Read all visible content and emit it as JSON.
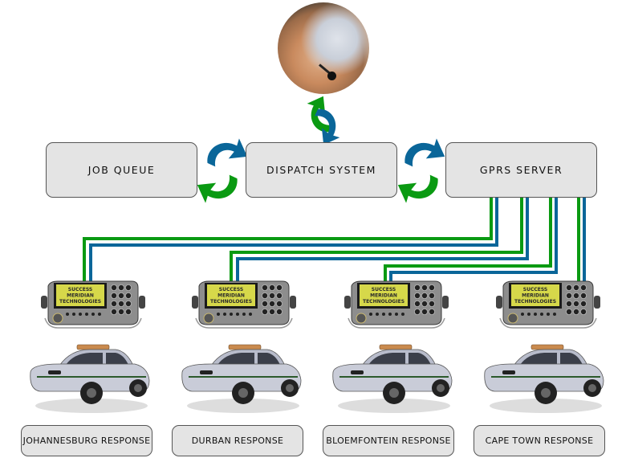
{
  "diagram": {
    "operator": {
      "label": "dispatcher-operator-photo"
    },
    "systems": [
      {
        "id": "job-queue",
        "label": "JOB QUEUE"
      },
      {
        "id": "dispatch-system",
        "label": "DISPATCH SYSTEM"
      },
      {
        "id": "gprs-server",
        "label": "GPRS SERVER"
      }
    ],
    "radio_screen_text": [
      "SUCCESS",
      "MERIDIAN",
      "TECHNOLOGIES"
    ],
    "responses": [
      {
        "id": "johannesburg",
        "label": "JOHANNESBURG RESPONSE"
      },
      {
        "id": "durban",
        "label": "DURBAN RESPONSE"
      },
      {
        "id": "bloemfontein",
        "label": "BLOEMFONTEIN RESPONSE"
      },
      {
        "id": "cape-town",
        "label": "CAPE TOWN RESPONSE"
      }
    ],
    "colors": {
      "green": "#0a9a12",
      "blue": "#0a6699",
      "box_fill": "#e4e4e4",
      "box_border": "#555555"
    },
    "connections": [
      {
        "from": "gprs-server",
        "to": "johannesburg"
      },
      {
        "from": "gprs-server",
        "to": "durban"
      },
      {
        "from": "gprs-server",
        "to": "bloemfontein"
      },
      {
        "from": "gprs-server",
        "to": "cape-town"
      }
    ],
    "exchanges": [
      {
        "between": [
          "operator",
          "dispatch-system"
        ]
      },
      {
        "between": [
          "job-queue",
          "dispatch-system"
        ]
      },
      {
        "between": [
          "dispatch-system",
          "gprs-server"
        ]
      }
    ]
  }
}
